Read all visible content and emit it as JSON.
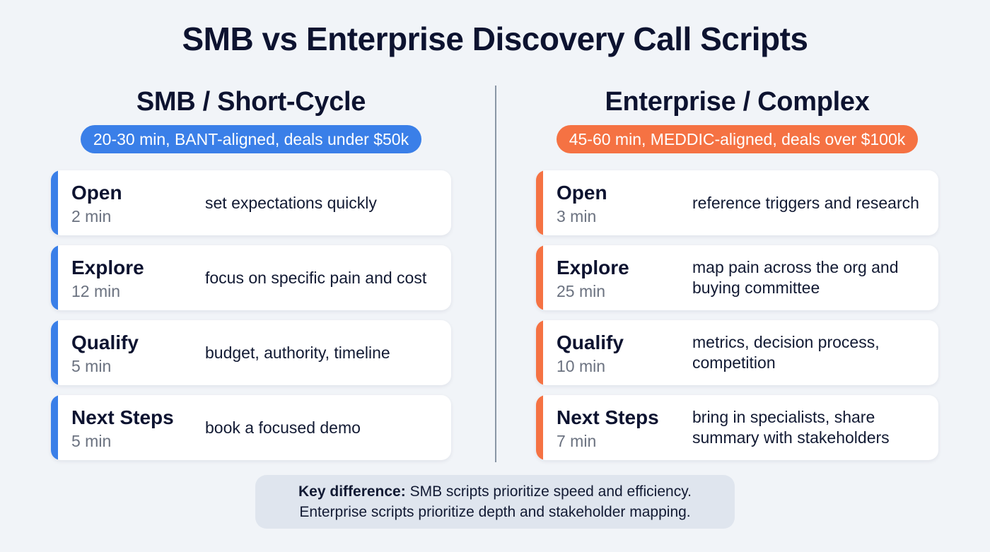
{
  "title": "SMB vs Enterprise Discovery Call Scripts",
  "colors": {
    "smb_accent": "#3a7fe8",
    "enterprise_accent": "#f57243",
    "background": "#f1f4f8",
    "text": "#0d1330",
    "muted": "#6b7280",
    "divider": "#8a96a6",
    "footer_bg": "#dfe5ee"
  },
  "smb": {
    "heading": "SMB / Short-Cycle",
    "badge": "20-30 min, BANT-aligned, deals under $50k",
    "steps": [
      {
        "phase": "Open",
        "duration": "2 min",
        "description": "set expectations quickly"
      },
      {
        "phase": "Explore",
        "duration": "12 min",
        "description": "focus on specific pain and cost"
      },
      {
        "phase": "Qualify",
        "duration": "5 min",
        "description": "budget, authority, timeline"
      },
      {
        "phase": "Next Steps",
        "duration": "5 min",
        "description": "book a focused demo"
      }
    ]
  },
  "enterprise": {
    "heading": "Enterprise / Complex",
    "badge": "45-60 min, MEDDIC-aligned, deals over $100k",
    "steps": [
      {
        "phase": "Open",
        "duration": "3 min",
        "description": "reference triggers and research"
      },
      {
        "phase": "Explore",
        "duration": "25 min",
        "description": "map pain across the org and buying committee"
      },
      {
        "phase": "Qualify",
        "duration": "10 min",
        "description": "metrics, decision process, competition"
      },
      {
        "phase": "Next Steps",
        "duration": "7 min",
        "description": "bring in specialists, share summary with stakeholders"
      }
    ]
  },
  "footer": {
    "label": "Key difference:",
    "line1": " SMB scripts prioritize speed and efficiency.",
    "line2": "Enterprise scripts prioritize depth and stakeholder mapping."
  }
}
